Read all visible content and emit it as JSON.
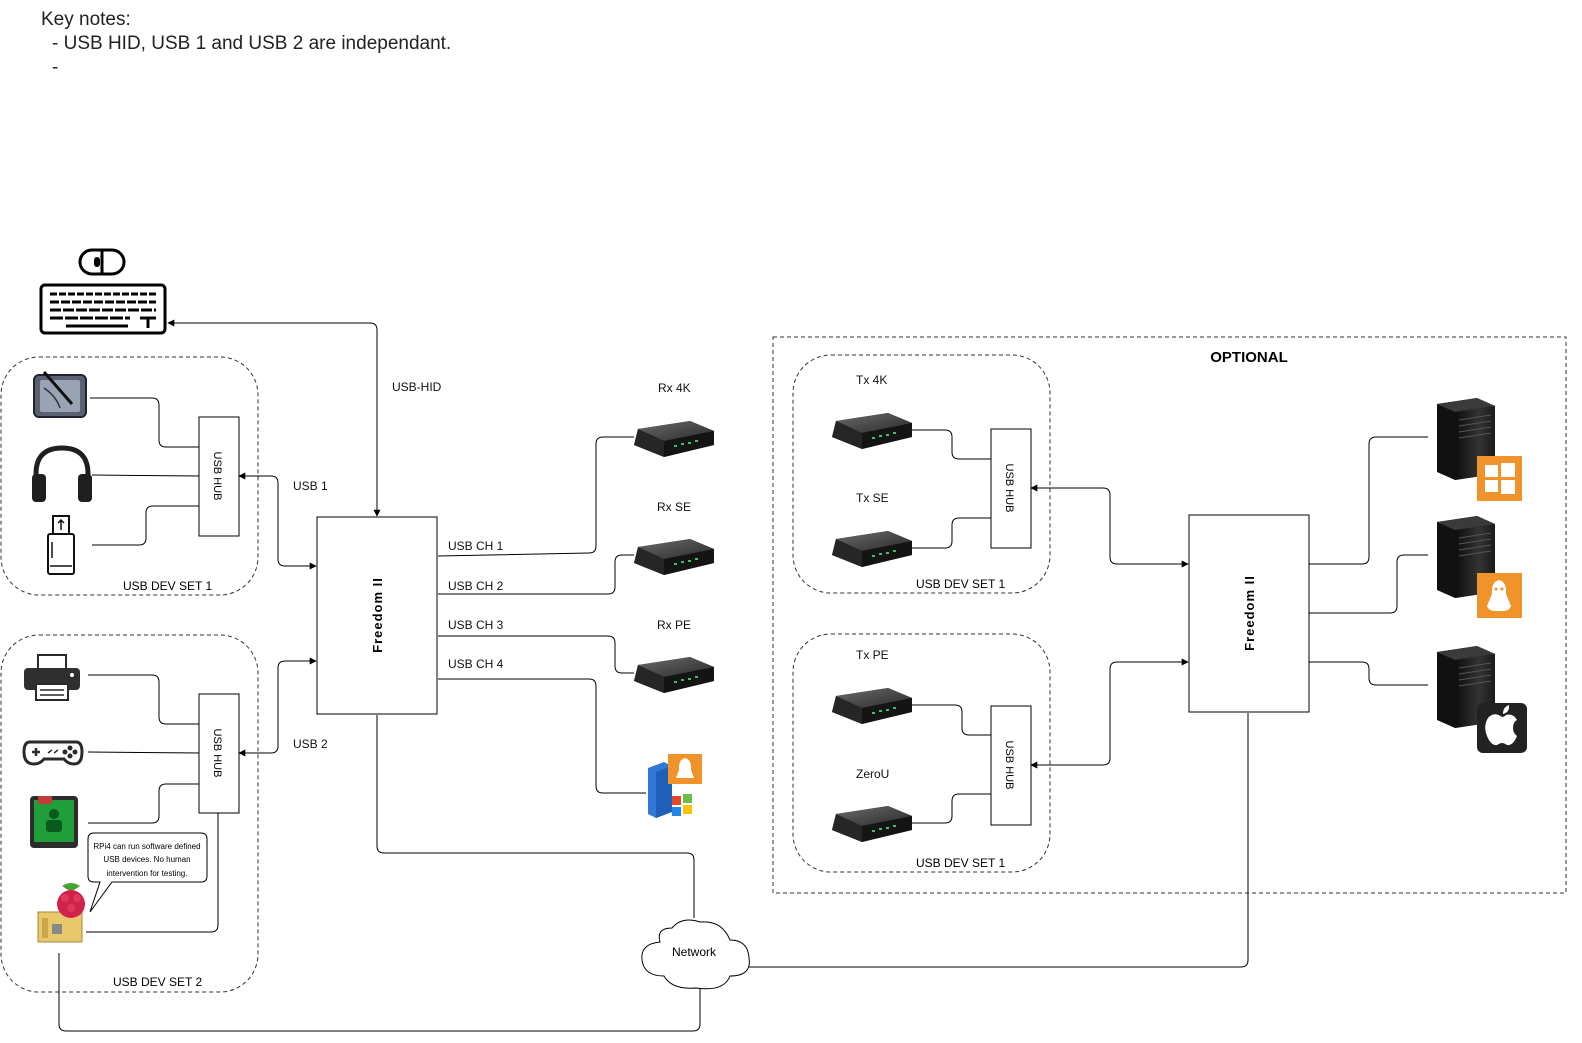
{
  "notes": {
    "title": "Key notes:",
    "line1": "- USB HID, USB 1 and USB 2 are independant.",
    "line2": "-"
  },
  "optional": {
    "label": "OPTIONAL"
  },
  "left_switch": {
    "label": "Freedom II"
  },
  "right_switch": {
    "label": "Freedom II"
  },
  "hubs": {
    "hub_a": "USB HUB",
    "hub_b": "USB HUB",
    "hub_c": "USB HUB",
    "hub_d": "USB HUB"
  },
  "groups": {
    "dev_set_1": "USB DEV SET 1",
    "dev_set_2": "USB DEV SET 2",
    "opt_set_1a": "USB DEV SET 1",
    "opt_set_1b": "USB DEV SET 1"
  },
  "links": {
    "usb_hid": "USB-HID",
    "usb_1": "USB 1",
    "usb_2": "USB 2",
    "ch1": "USB CH 1",
    "ch2": "USB CH 2",
    "ch3": "USB CH 3",
    "ch4": "USB CH 4"
  },
  "receivers": {
    "rx4k": "Rx 4K",
    "rxse": "Rx SE",
    "rxpe": "Rx PE"
  },
  "transmitters": {
    "tx4k": "Tx 4K",
    "txse": "Tx SE",
    "txpe": "Tx PE",
    "zerou": "ZeroU"
  },
  "network": {
    "label": "Network"
  },
  "callout": {
    "line1": "RPi4 can run software defined",
    "line2": "USB devices. No human",
    "line3": "intervention for testing."
  },
  "icons": {
    "keyboard": "keyboard-mouse-icon",
    "tablet": "drawing-tablet-icon",
    "headphones": "headphones-icon",
    "usb_stick": "usb-stick-icon",
    "printer": "printer-icon",
    "gamepad": "gamepad-icon",
    "card_reader": "card-reader-icon",
    "raspberry_pi": "raspberry-pi-icon",
    "extender": "extender-box-icon",
    "server": "server-tower-icon",
    "windows": "windows-logo-icon",
    "linux": "linux-logo-icon",
    "apple": "apple-logo-icon",
    "multi_os": "multi-os-server-icon"
  },
  "colors": {
    "os_badge": "#f0932b",
    "box_dark": "#2e2e2e",
    "led": "#39c46a",
    "line": "#000000"
  }
}
